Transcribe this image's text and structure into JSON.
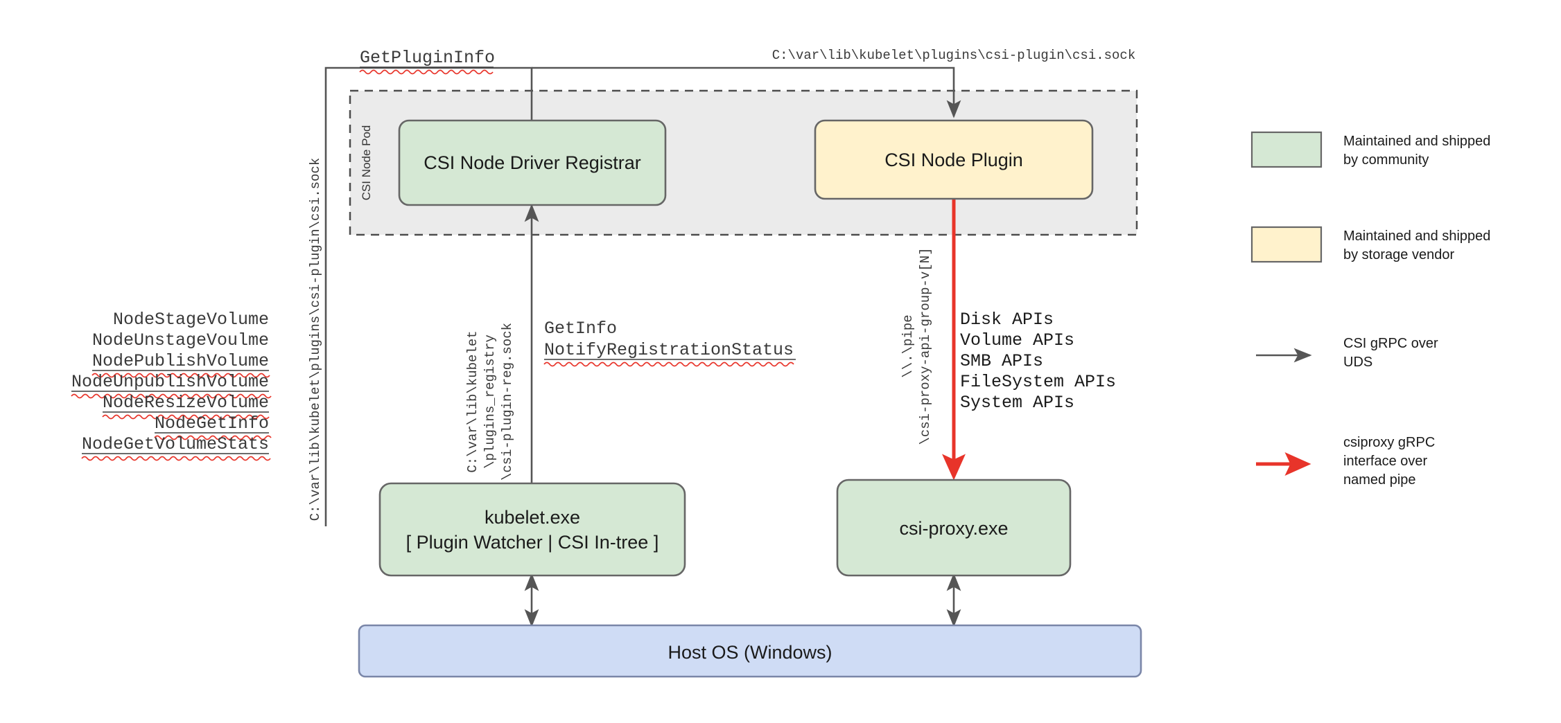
{
  "diagram": {
    "title": "CSI Proxy architecture on Windows",
    "colors": {
      "community_fill": "#d5e8d4",
      "vendor_fill": "#fff2cc",
      "host_fill": "#cfdcf5",
      "pod_fill": "#ebebeb",
      "stroke": "#666666",
      "host_stroke": "#7a86a8",
      "red_arrow": "#e8342a",
      "gray_arrow": "#555555",
      "spellcheck_underline": "#e8342a"
    },
    "pod": {
      "label": "CSI Node Pod"
    },
    "nodes": [
      {
        "id": "registrar",
        "label": "CSI Node Driver Registrar",
        "kind": "community"
      },
      {
        "id": "node-plugin",
        "label": "CSI Node Plugin",
        "kind": "vendor"
      },
      {
        "id": "kubelet",
        "label_line1": "kubelet.exe",
        "label_line2": "[ Plugin Watcher | CSI In-tree ]",
        "kind": "community"
      },
      {
        "id": "csi-proxy",
        "label": "csi-proxy.exe",
        "kind": "community"
      },
      {
        "id": "host-os",
        "label": "Host OS (Windows)",
        "kind": "host"
      }
    ],
    "callouts": {
      "get_plugin_info": "GetPluginInfo",
      "csi_sock_path_top": "C:\\var\\lib\\kubelet\\plugins\\csi-plugin\\csi.sock",
      "csi_sock_path_left": "C:\\var\\lib\\kubelet\\plugins\\csi-plugin\\csi.sock",
      "registry_path": [
        "C:\\var\\lib\\kubelet",
        "\\plugins_registry",
        "\\csi-plugin-reg.sock"
      ],
      "named_pipe": [
        "\\\\.\\pipe",
        "\\csi-proxy-api-group-v[N]"
      ],
      "registration_rpcs": [
        {
          "text": "GetInfo",
          "spellcheck": false
        },
        {
          "text": "NotifyRegistrationStatus",
          "spellcheck": true
        }
      ]
    },
    "node_rpcs": [
      {
        "text": "NodeStageVolume",
        "spellcheck": false
      },
      {
        "text": "NodeUnstageVoulme",
        "spellcheck": false
      },
      {
        "text": "NodePublishVolume",
        "spellcheck": true
      },
      {
        "text": "NodeUnpublishVolume",
        "spellcheck": true
      },
      {
        "text": "NodeResizeVolume",
        "spellcheck": true
      },
      {
        "text": "NodeGetInfo",
        "spellcheck": true
      },
      {
        "text": "NodeGetVolumeStats",
        "spellcheck": true
      }
    ],
    "proxy_apis": [
      "Disk APIs",
      "Volume APIs",
      "SMB APIs",
      "FileSystem APIs",
      "System APIs"
    ],
    "legend": [
      {
        "type": "swatch",
        "swatch_color": "#d5e8d4",
        "lines": [
          "Maintained and shipped",
          "by community"
        ]
      },
      {
        "type": "swatch",
        "swatch_color": "#fff2cc",
        "lines": [
          "Maintained and shipped",
          "by storage vendor"
        ]
      },
      {
        "type": "arrow",
        "arrow_color": "#555555",
        "lines": [
          "CSI gRPC over",
          "UDS"
        ]
      },
      {
        "type": "arrow",
        "arrow_color": "#e8342a",
        "lines": [
          "csiproxy gRPC",
          "interface over",
          "named pipe"
        ]
      }
    ]
  }
}
